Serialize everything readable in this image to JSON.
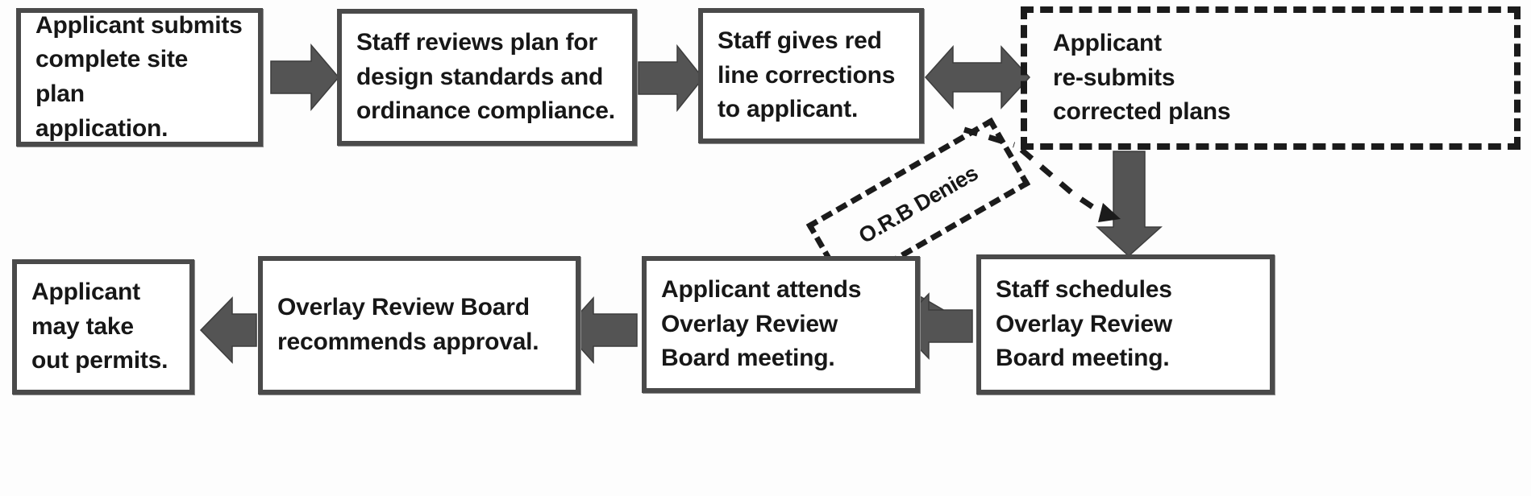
{
  "diagram": {
    "title": "Site Plan Overlay Review Process Flowchart",
    "colors": {
      "box_border": "#4a4a4a",
      "box_fill": "#ffffff",
      "arrow_fill": "#545454",
      "dashed_border": "#1b1b1b",
      "text": "#171717",
      "background": "#fdfdfd"
    },
    "top_row": [
      {
        "id": "submit-application",
        "text": "Applicant submits\ncomplete site plan\napplication.",
        "style": "solid"
      },
      {
        "id": "staff-reviews-plan",
        "text": "Staff reviews plan for\ndesign standards and\nordinance compliance.",
        "style": "solid"
      },
      {
        "id": "red-line-corrections",
        "text": "Staff gives red\nline corrections\nto applicant.",
        "style": "solid"
      },
      {
        "id": "resubmit-corrected-plans",
        "text": "Applicant\nre-submits\ncorrected plans",
        "style": "dashed"
      }
    ],
    "bottom_row": [
      {
        "id": "take-out-permits",
        "text": "Applicant\nmay take\nout permits.",
        "style": "solid"
      },
      {
        "id": "orb-recommends-approval",
        "text": "Overlay Review Board\nrecommends approval.",
        "style": "solid"
      },
      {
        "id": "applicant-attends-meeting",
        "text": "Applicant attends\nOverlay Review\nBoard meeting.",
        "style": "solid"
      },
      {
        "id": "staff-schedules-meeting",
        "text": "Staff schedules\nOverlay Review\nBoard meeting.",
        "style": "solid"
      }
    ],
    "callout": {
      "id": "orb-denies",
      "text": "O.R.B Denies",
      "style": "dashed-rotated",
      "rotation_deg": -30
    },
    "connectors": [
      {
        "id": "arrow-submit-to-review",
        "type": "block-arrow",
        "direction": "right"
      },
      {
        "id": "arrow-review-to-redline",
        "type": "block-arrow",
        "direction": "right"
      },
      {
        "id": "arrow-redline-to-resubmit",
        "type": "block-arrow",
        "direction": "both"
      },
      {
        "id": "arrow-resubmit-to-schedule",
        "type": "block-arrow",
        "direction": "down"
      },
      {
        "id": "arrow-schedule-to-attends",
        "type": "block-arrow",
        "direction": "left"
      },
      {
        "id": "arrow-attends-to-recommends",
        "type": "block-arrow",
        "direction": "left"
      },
      {
        "id": "arrow-recommends-to-permits",
        "type": "block-arrow",
        "direction": "left"
      },
      {
        "id": "dashed-connector-orb-denies",
        "type": "dashed-line",
        "direction": "up-right"
      }
    ]
  }
}
